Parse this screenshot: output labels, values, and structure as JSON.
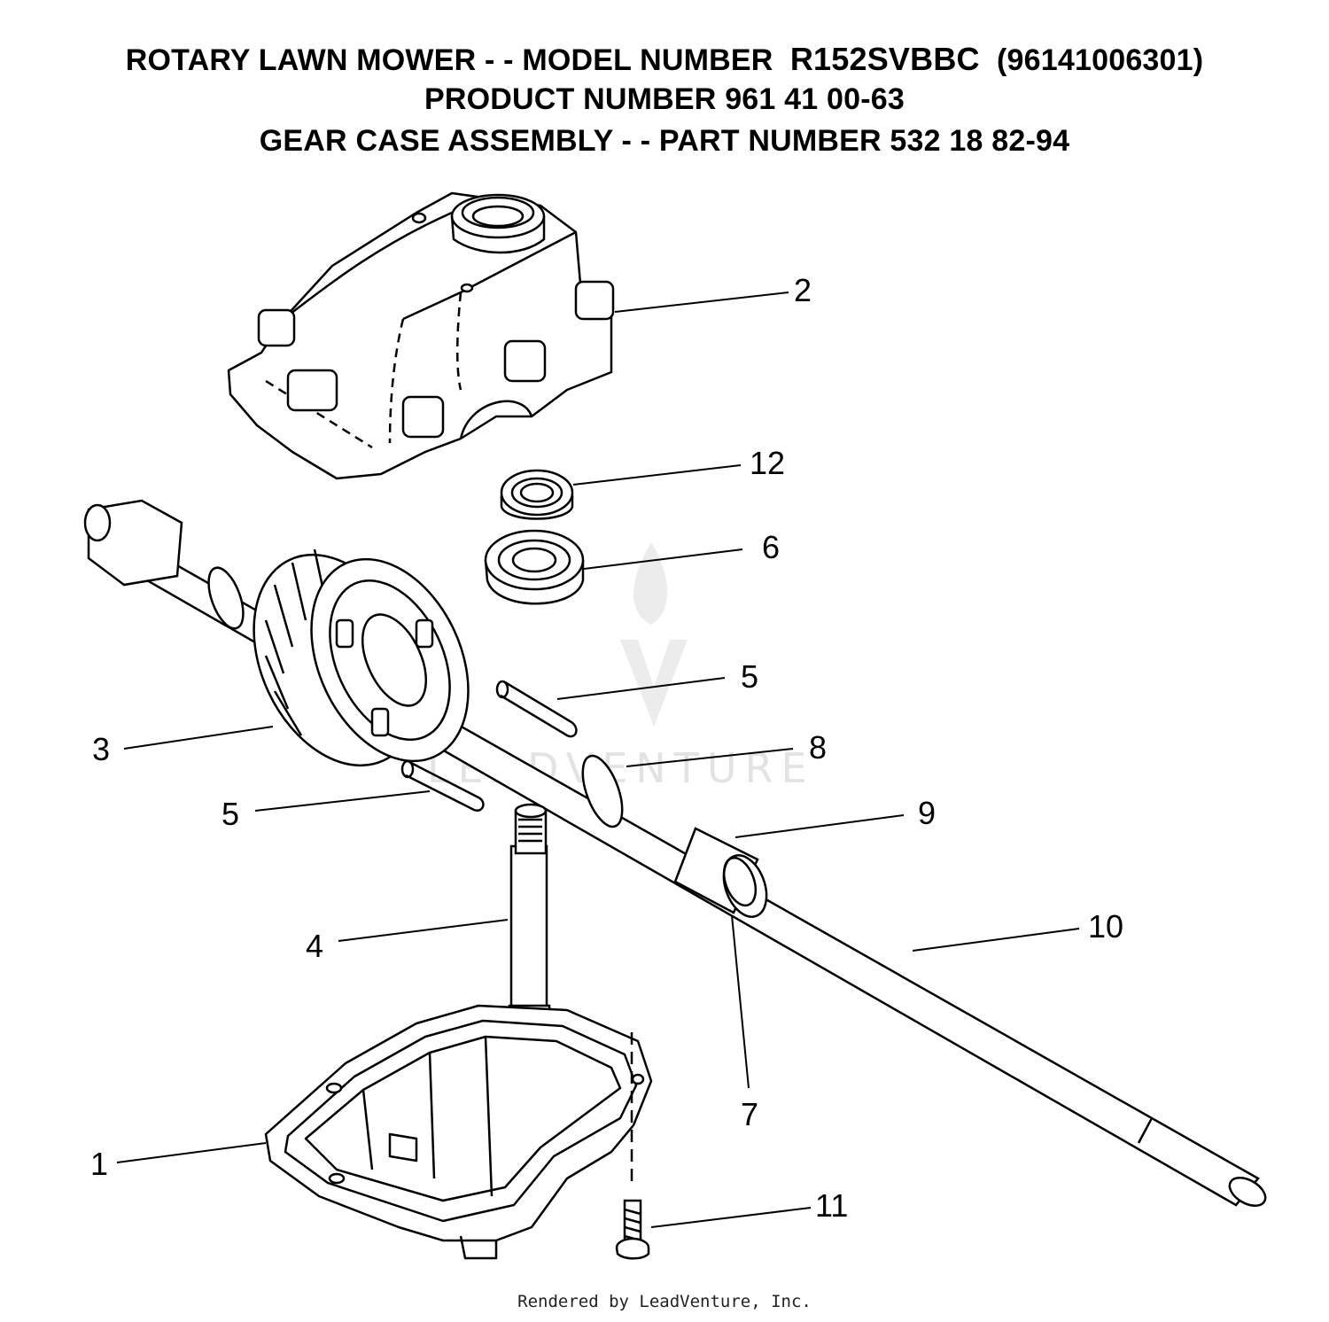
{
  "title": {
    "line1_prefix": "ROTARY LAWN MOWER - - MODEL NUMBER  ",
    "line1_model": "R152SVBBC",
    "line1_suffix": "  (96141006301)",
    "line2": "PRODUCT NUMBER 961 41 00-63",
    "line3": "GEAR CASE ASSEMBLY - - PART NUMBER 532 18 82-94"
  },
  "callouts": {
    "c1": "1",
    "c2": "2",
    "c3": "3",
    "c4": "4",
    "c5a": "5",
    "c5b": "5",
    "c6": "6",
    "c7": "7",
    "c8": "8",
    "c9": "9",
    "c10": "10",
    "c11": "11",
    "c12": "12"
  },
  "watermark": {
    "text": "LEADVENTURE",
    "logo": "leadventure-flame-logo"
  },
  "footer": "Rendered by LeadVenture, Inc."
}
